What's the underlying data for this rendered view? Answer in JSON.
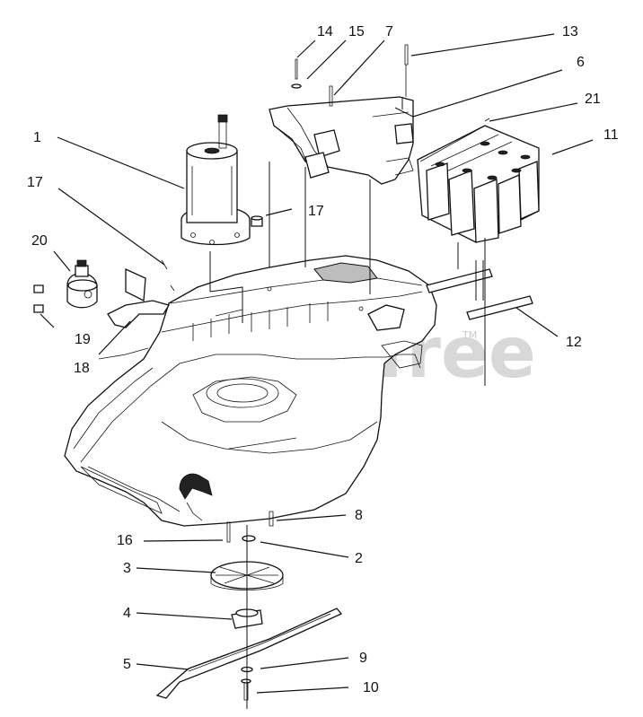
{
  "watermark": {
    "text": "PartsTree",
    "tm": "TM"
  },
  "callouts": {
    "c1": "1",
    "c2": "2",
    "c3": "3",
    "c4": "4",
    "c5": "5",
    "c6": "6",
    "c7": "7",
    "c8": "8",
    "c9": "9",
    "c10": "10",
    "c11": "11",
    "c12": "12",
    "c13": "13",
    "c14": "14",
    "c15": "15",
    "c16": "16",
    "c17a": "17",
    "c17b": "17",
    "c18": "18",
    "c19": "19",
    "c20": "20",
    "c21": "21"
  }
}
